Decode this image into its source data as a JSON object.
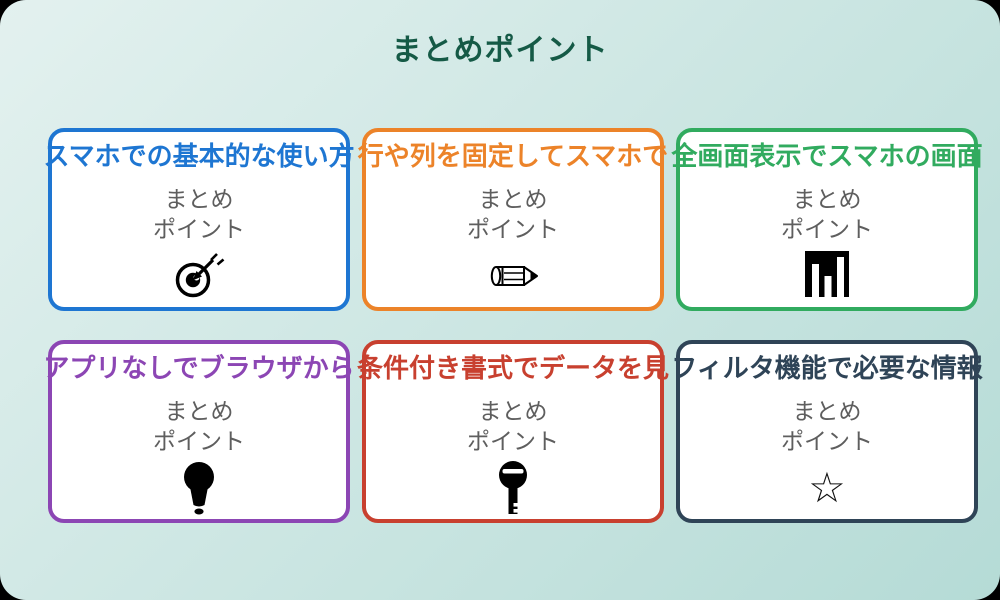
{
  "page": {
    "title": "まとめポイント",
    "title_color": "#155a46",
    "bg_top": "#e3f1ef",
    "bg_bottom": "#b5dbd6"
  },
  "card_subtext": {
    "line1": "まとめ",
    "line2": "ポイント"
  },
  "cards": [
    {
      "title": "スマホでの基本的な使い方",
      "color": "#1e76d2",
      "icon": "dart-target-icon"
    },
    {
      "title": "行や列を固定してスマホで",
      "color": "#ec8329",
      "icon": "pencil-icon"
    },
    {
      "title": "全画面表示でスマホの画面",
      "color": "#31ab5f",
      "icon": "bar-chart-icon"
    },
    {
      "title": "アプリなしでブラウザから",
      "color": "#8c46b4",
      "icon": "lightbulb-icon"
    },
    {
      "title": "条件付き書式でデータを見",
      "color": "#c8402f",
      "icon": "key-icon"
    },
    {
      "title": "フィルタ機能で必要な情報",
      "color": "#2f4457",
      "icon": "star-icon"
    }
  ],
  "icons": {
    "star_glyph": "☆"
  }
}
